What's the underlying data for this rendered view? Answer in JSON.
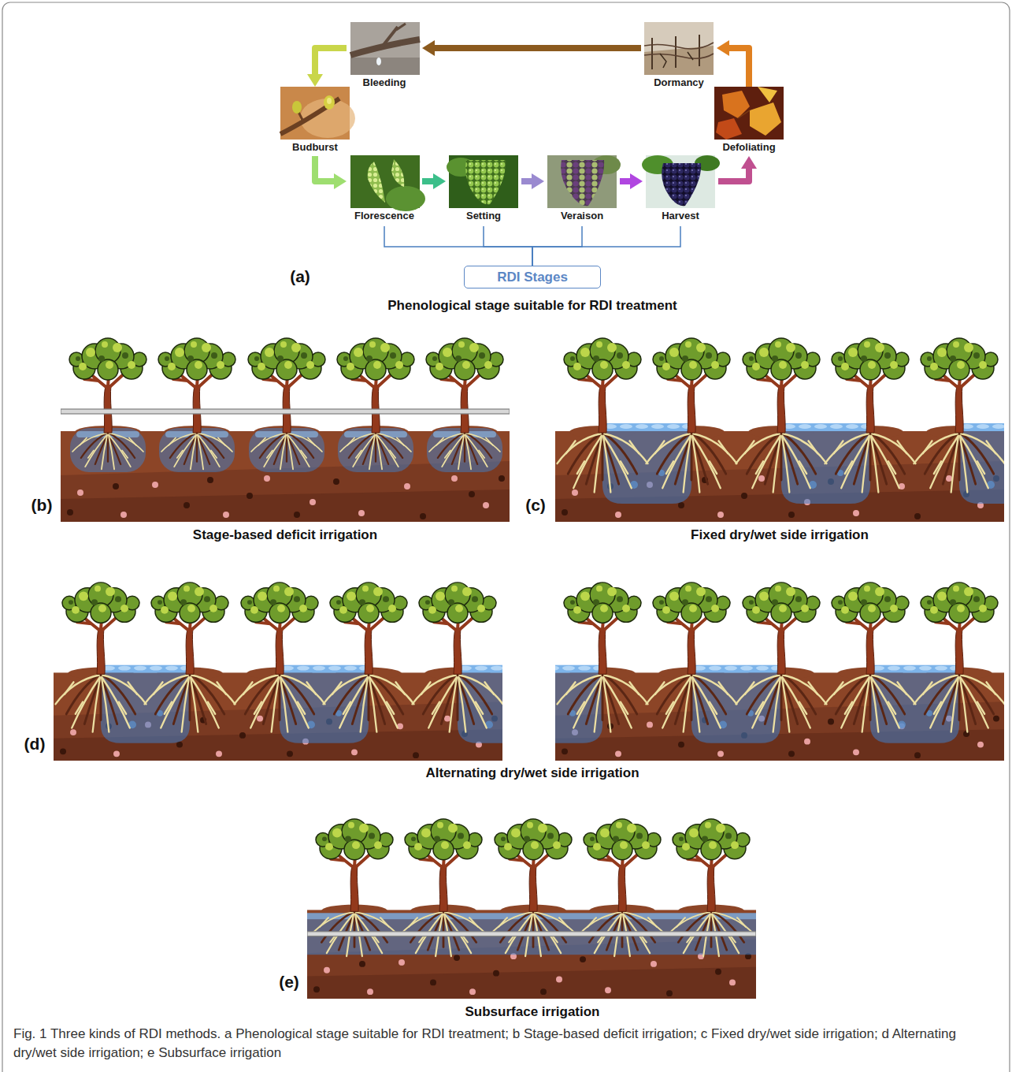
{
  "diagram": {
    "caption": "Fig. 1 Three kinds of RDI methods. a Phenological stage suitable for RDI treatment; b Stage-based deficit irrigation; c Fixed dry/wet side irrigation; d Alternating dry/wet side irrigation; e Subsurface irrigation",
    "nodes": [
      {
        "text": [
          "Bleeding"
        ]
      },
      {
        "text": [
          "Dormancy"
        ]
      },
      {
        "text": [
          "Budburst"
        ]
      },
      {
        "text": [
          "Defoliating"
        ]
      },
      {
        "text": [
          "Florescence"
        ]
      },
      {
        "text": [
          "Setting"
        ]
      },
      {
        "text": [
          "Veraison"
        ]
      },
      {
        "text": [
          "Harvest"
        ]
      },
      {
        "text": [
          "RDI Stages"
        ]
      }
    ],
    "edges": [
      {
        "from": 1,
        "to": 0,
        "arrow": "to"
      },
      {
        "from": 0,
        "to": 2,
        "arrow": "to"
      },
      {
        "from": 2,
        "to": 4,
        "arrow": "to"
      },
      {
        "from": 4,
        "to": 5,
        "arrow": "to"
      },
      {
        "from": 5,
        "to": 6,
        "arrow": "to"
      },
      {
        "from": 6,
        "to": 7,
        "arrow": "to"
      },
      {
        "from": 7,
        "to": 3,
        "arrow": "to"
      },
      {
        "from": 3,
        "to": 1,
        "arrow": "to"
      },
      {
        "from": 4,
        "to": 8,
        "arrow": "none"
      },
      {
        "from": 5,
        "to": 8,
        "arrow": "none"
      },
      {
        "from": 6,
        "to": 8,
        "arrow": "none"
      },
      {
        "from": 7,
        "to": 8,
        "arrow": "none"
      }
    ],
    "labels": [
      "(a)",
      "Phenological stage suitable for RDI treatment",
      "(b)",
      "Stage-based deficit irrigation",
      "(c)",
      "Fixed dry/wet side irrigation",
      "(d)",
      "Alternating dry/wet side irrigation",
      "(e)",
      "Subsurface irrigation"
    ]
  }
}
